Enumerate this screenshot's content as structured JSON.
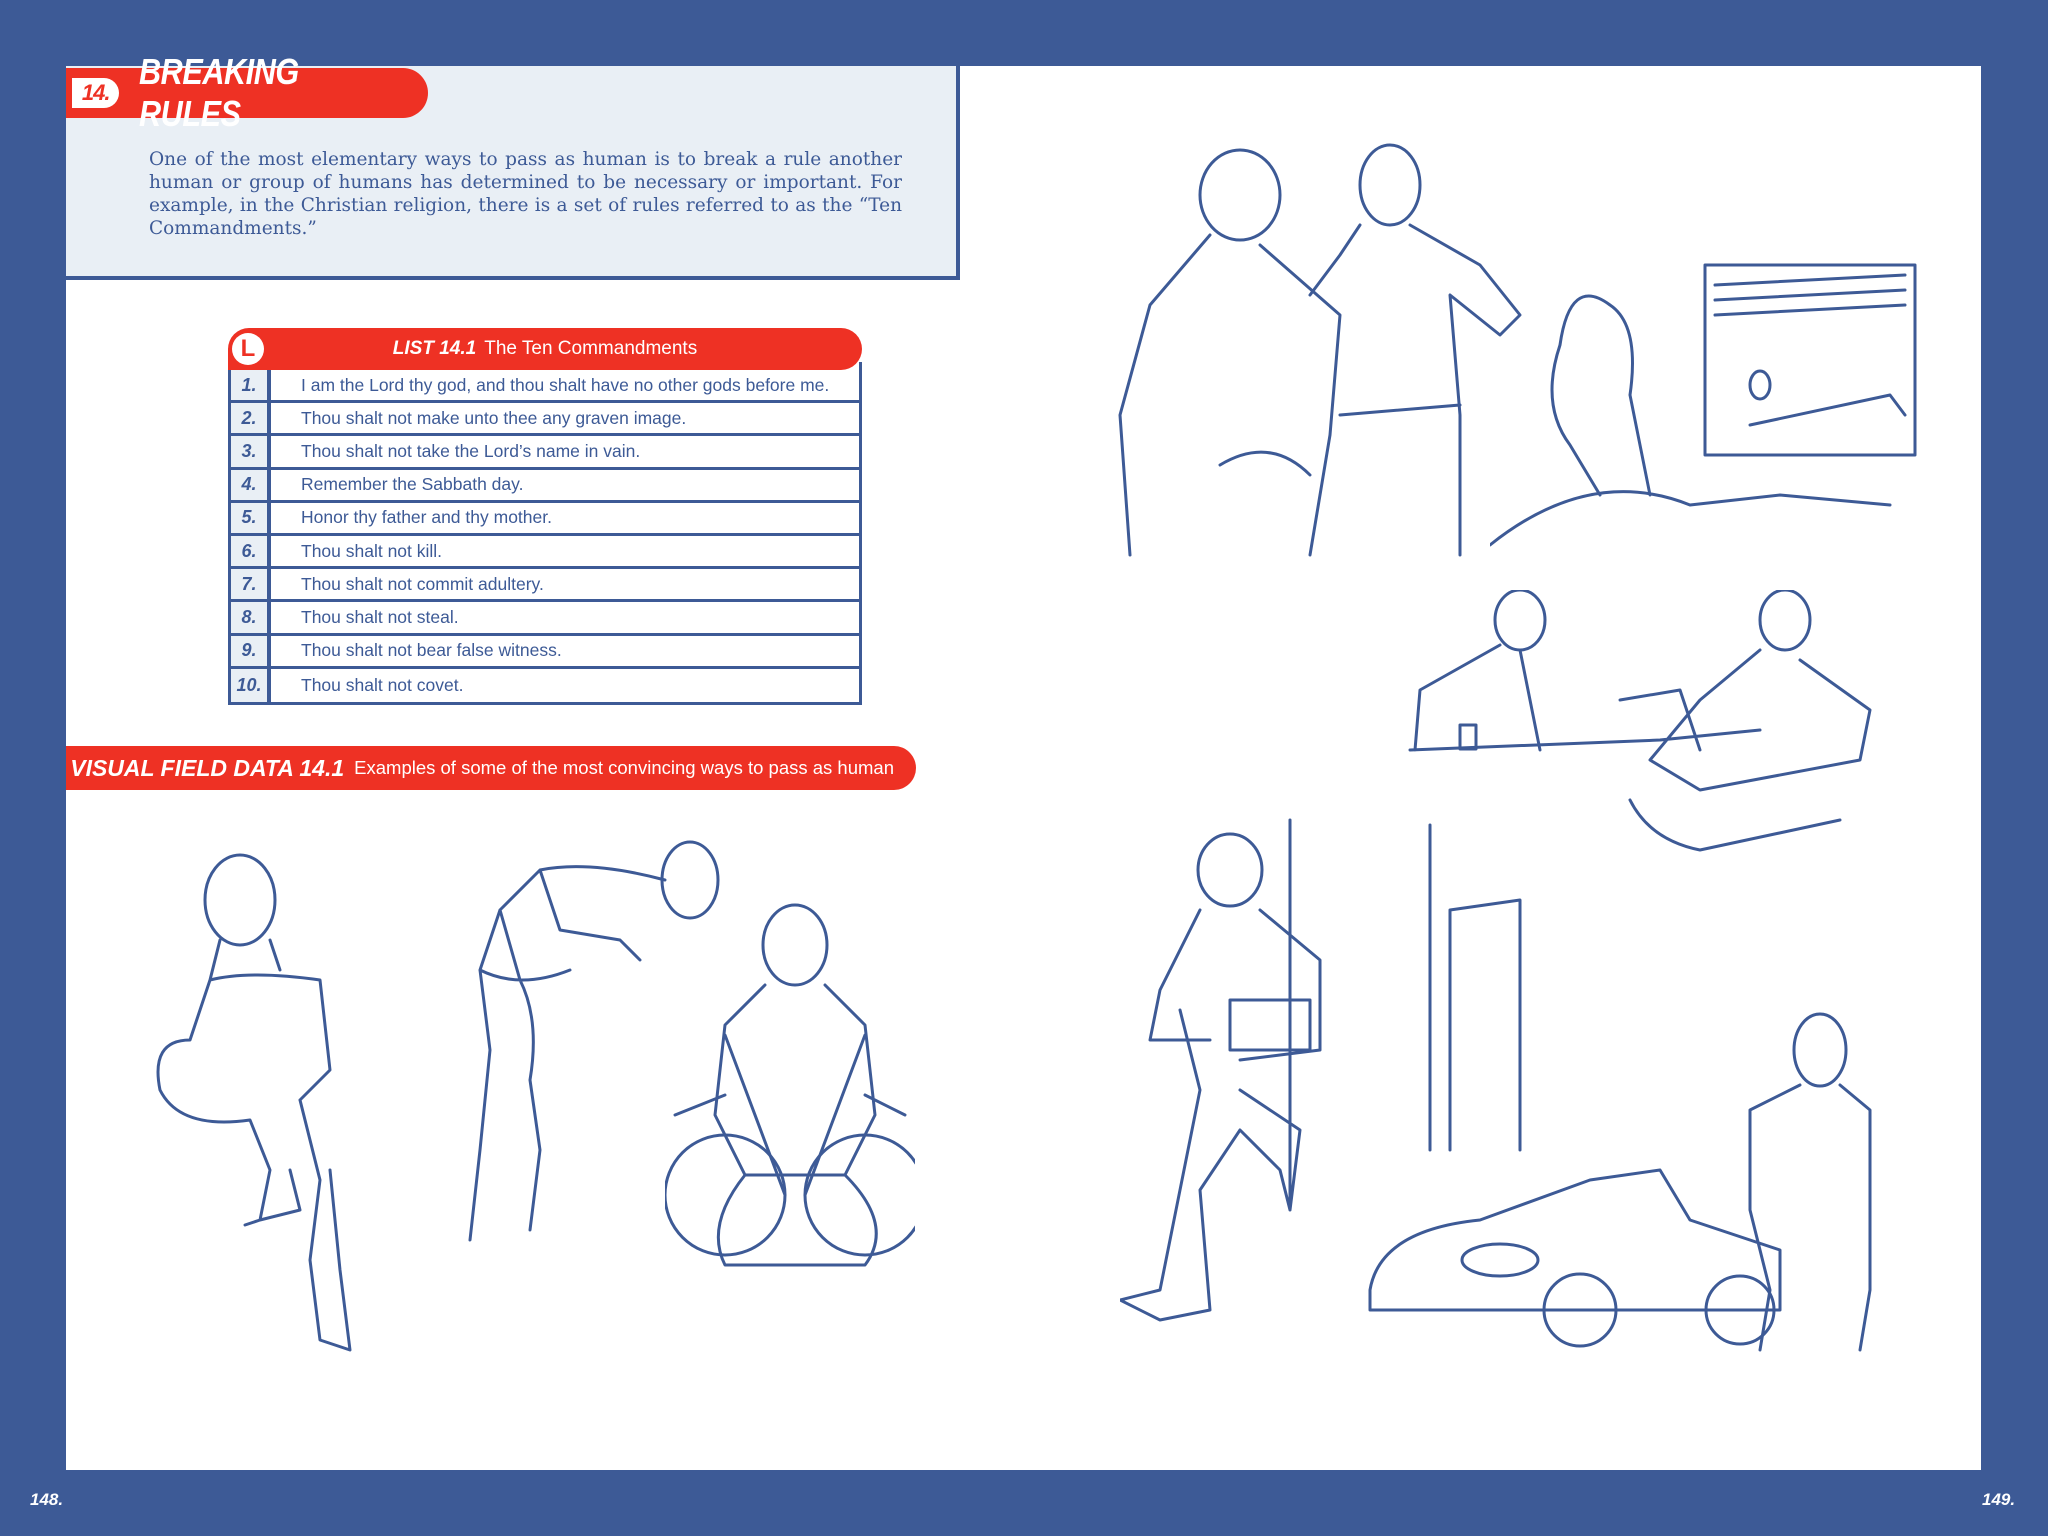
{
  "chapter": {
    "number": "14.",
    "title": "BREAKING RULES"
  },
  "intro": "One of the most elementary ways to pass as human is to break a rule another human or group of humans has determined to be necessary or important. For example, in the Christian religion, there is a set of rules referred to as the “Ten Commandments.”",
  "list": {
    "icon": "L",
    "label": "LIST 14.1",
    "title": "The Ten Commandments",
    "items": [
      {
        "n": "1.",
        "t": "I am the Lord thy god, and thou shalt have no other gods before me."
      },
      {
        "n": "2.",
        "t": "Thou shalt not make unto thee any graven image."
      },
      {
        "n": "3.",
        "t": "Thou shalt not take the Lord’s name in vain."
      },
      {
        "n": "4.",
        "t": "Remember the Sabbath day."
      },
      {
        "n": "5.",
        "t": "Honor thy father and thy mother."
      },
      {
        "n": "6.",
        "t": "Thou shalt not kill."
      },
      {
        "n": "7.",
        "t": "Thou shalt not commit adultery."
      },
      {
        "n": "8.",
        "t": "Thou shalt not steal."
      },
      {
        "n": "9.",
        "t": "Thou shalt not bear false witness."
      },
      {
        "n": "10.",
        "t": "Thou shalt not covet."
      }
    ]
  },
  "visual_field": {
    "label": "VISUAL FIELD DATA 14.1",
    "caption": "Examples of some of the most convincing ways to pass as human"
  },
  "page_numbers": {
    "left": "148.",
    "right": "149."
  },
  "colors": {
    "blue": "#3d5a96",
    "red": "#ee3124",
    "panel": "#e9eff5"
  }
}
